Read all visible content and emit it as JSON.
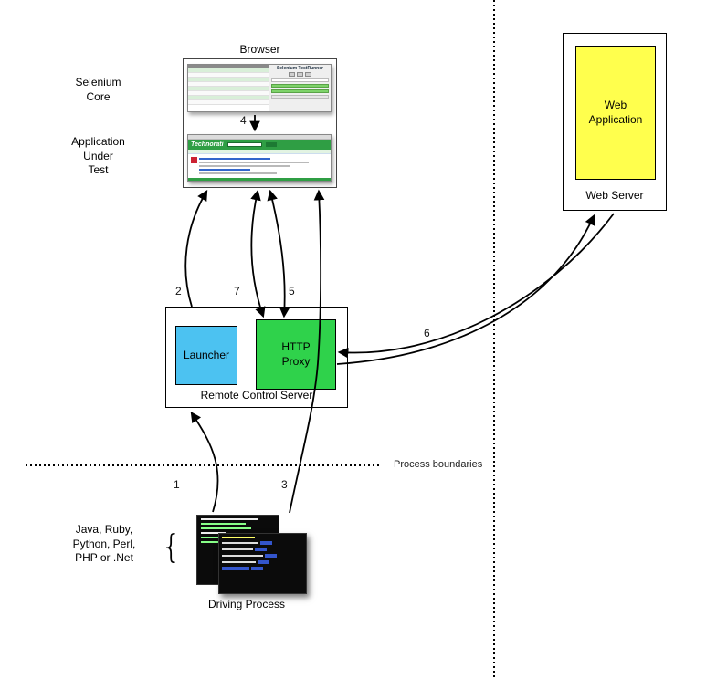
{
  "diagram": {
    "browser": {
      "label": "Browser",
      "testrunner_title": "Selenium TestRunner",
      "technorati_logo": "Technorati"
    },
    "left_labels": {
      "selenium_core": "Selenium\nCore",
      "application_under_test": "Application\nUnder\nTest"
    },
    "web_server": {
      "label": "Web Server",
      "app_label": "Web\nApplication",
      "app_color": "#ffff4d"
    },
    "remote_control": {
      "label": "Remote Control Server",
      "launcher_label": "Launcher",
      "launcher_color": "#4cc2f1",
      "proxy_label": "HTTP\nProxy",
      "proxy_color": "#2fd24b"
    },
    "driving": {
      "label": "Driving Process",
      "languages": "Java, Ruby,\nPython, Perl,\nPHP or .Net",
      "brace": "{"
    },
    "process_boundaries_label": "Process boundaries",
    "arrow_numbers": {
      "n1": "1",
      "n2": "2",
      "n3": "3",
      "n4": "4",
      "n5": "5",
      "n6": "6",
      "n7": "7"
    }
  }
}
